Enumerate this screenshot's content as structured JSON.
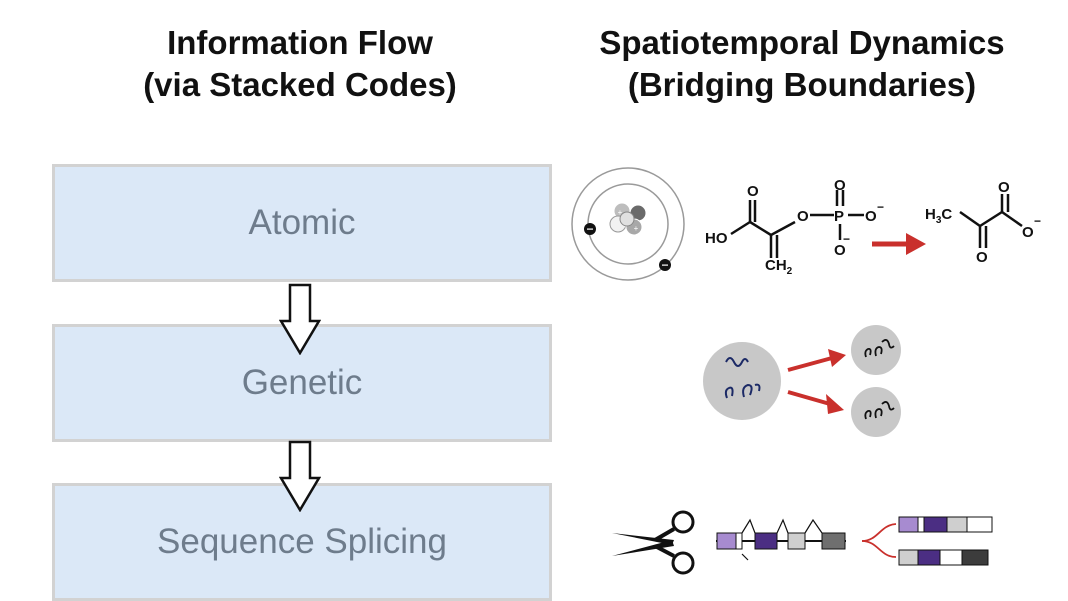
{
  "headings": {
    "left": {
      "line1": "Information Flow",
      "line2": "(via Stacked Codes)"
    },
    "right": {
      "line1": "Spatiotemporal Dynamics",
      "line2": "(Bridging Boundaries)"
    }
  },
  "levels": [
    {
      "label": "Atomic"
    },
    {
      "label": "Genetic"
    },
    {
      "label": "Sequence Splicing"
    }
  ],
  "chemistry": {
    "pep": {
      "ho": "HO",
      "ch2": "CH",
      "ch2_sub": "2",
      "o_top": "O",
      "p": "P",
      "o_right": "O",
      "o_bottom": "O",
      "o_left": "O",
      "o_carbonyl": "O"
    },
    "pyruvate": {
      "h3c": "H",
      "h3c_sub": "3",
      "h3c_c": "C",
      "o_top": "O",
      "o_right": "O",
      "o_bottom": "O"
    },
    "minus": "−"
  },
  "colors": {
    "box_fill": "#dbe8f7",
    "box_border": "#d2d2d2",
    "label_text": "#6e7c8c",
    "red_arrow": "#c9302c",
    "cell_fill": "#c8c8c8",
    "dna_strand": "#1c2a66",
    "exon_light_purple": "#a78bd0",
    "exon_dark_purple": "#4b2e83",
    "exon_gray": "#cfcfcf",
    "exon_dark_gray": "#555555"
  },
  "icons": [
    "atom-icon",
    "scissors-icon",
    "cell-division-icon",
    "splicing-diagram-icon"
  ]
}
